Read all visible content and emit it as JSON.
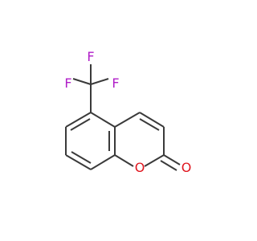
{
  "molecule": {
    "atoms": [
      {
        "id": "F1",
        "element": "F",
        "label": "F",
        "color": "#b01ec8"
      },
      {
        "id": "F2",
        "element": "F",
        "label": "F",
        "color": "#b01ec8"
      },
      {
        "id": "F3",
        "element": "F",
        "label": "F",
        "color": "#b01ec8"
      },
      {
        "id": "O1",
        "element": "O",
        "label": "O",
        "color": "#e0161f"
      },
      {
        "id": "O2",
        "element": "O",
        "label": "O",
        "color": "#e0161f"
      }
    ],
    "bond_color": "#3a3a3a"
  }
}
